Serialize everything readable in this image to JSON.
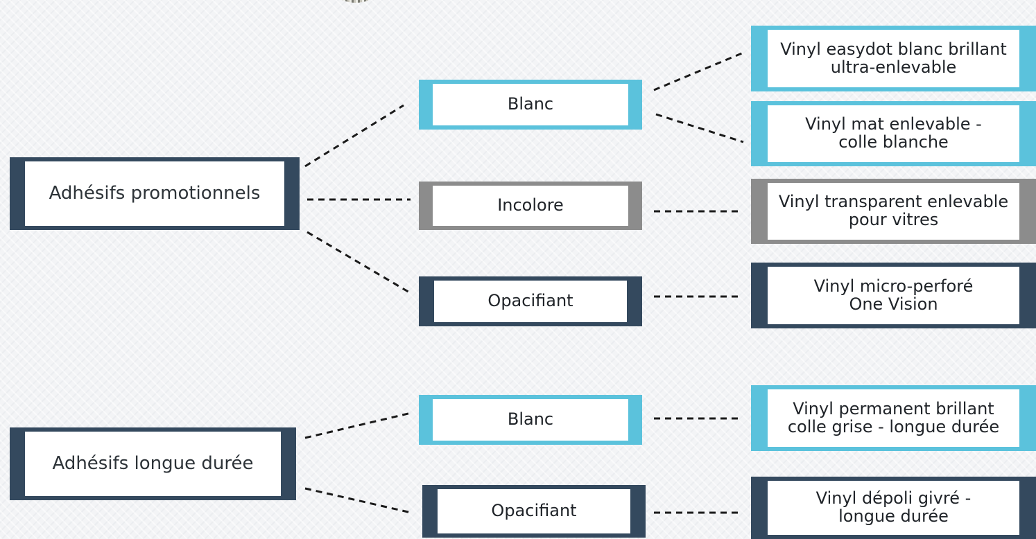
{
  "groups": [
    {
      "label": "Adhésifs promotionnels",
      "branches": [
        {
          "label": "Blanc",
          "leaves": [
            "Vinyl easydot blanc brillant\nultra-enlevable",
            "Vinyl mat enlevable -\ncolle blanche"
          ]
        },
        {
          "label": "Incolore",
          "leaves": [
            "Vinyl transparent enlevable\npour vitres"
          ]
        },
        {
          "label": "Opacifiant",
          "leaves": [
            "Vinyl micro-perforé\nOne Vision"
          ]
        }
      ]
    },
    {
      "label": "Adhésifs longue durée",
      "branches": [
        {
          "label": "Blanc",
          "leaves": [
            "Vinyl permanent brillant\ncolle grise - longue durée"
          ]
        },
        {
          "label": "Opacifiant",
          "leaves": [
            "Vinyl dépoli givré -\nlongue durée"
          ]
        }
      ]
    }
  ],
  "colors": {
    "dark": "#34495e",
    "blue": "#5bc2dc",
    "grey": "#8c8c8c",
    "connector": "#1a1a1a"
  }
}
